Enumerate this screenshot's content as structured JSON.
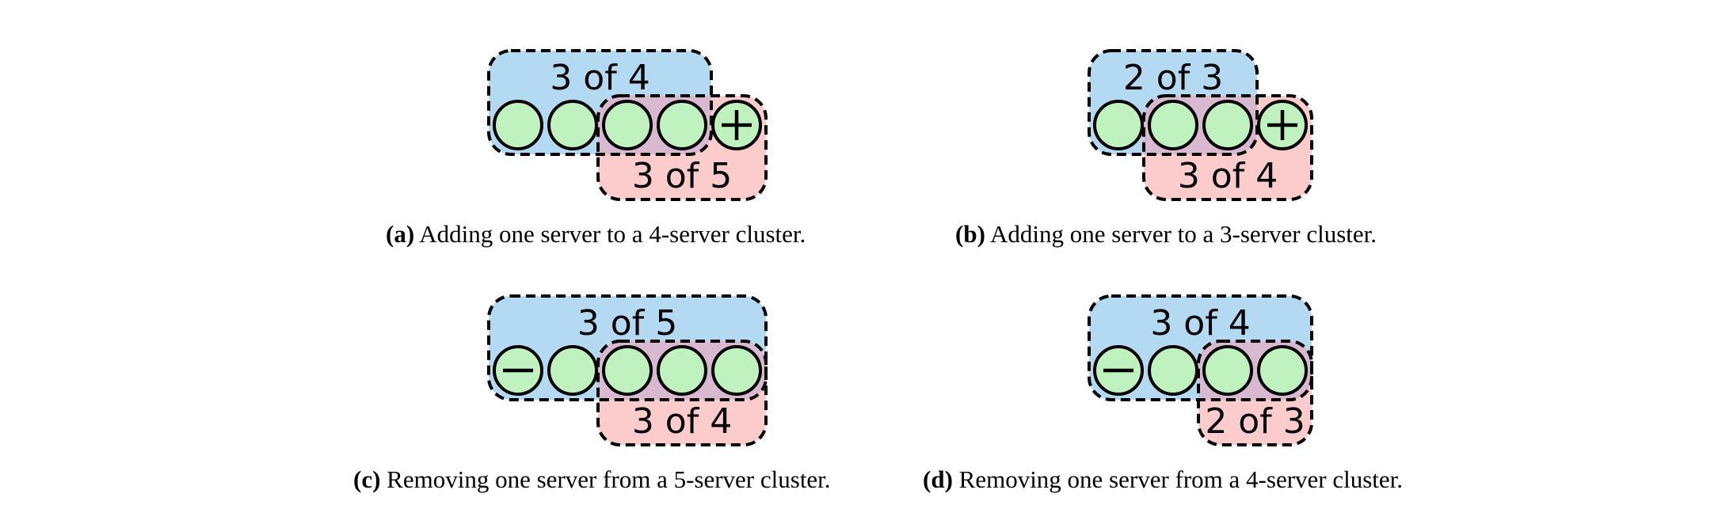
{
  "colors": {
    "group_old": "#b4d9f2",
    "group_new": "#fccbcb",
    "overlap": "#d8b9cf",
    "server_fill": "#c0f2c0",
    "stroke": "#000000",
    "background": "#ffffff"
  },
  "panels": [
    {
      "id": "a",
      "caption_label": "(a)",
      "caption_text": "Adding one server to a 4-server cluster.",
      "servers": [
        "plain",
        "plain",
        "plain",
        "plain",
        "plus-icon"
      ],
      "old_group": {
        "label": "3 of 4",
        "first_server": 0,
        "last_server": 3
      },
      "new_group": {
        "label": "3 of 5",
        "first_server": 2,
        "last_server": 4
      }
    },
    {
      "id": "b",
      "caption_label": "(b)",
      "caption_text": "Adding one server to a 3-server cluster.",
      "servers": [
        "plain",
        "plain",
        "plain",
        "plus-icon"
      ],
      "old_group": {
        "label": "2 of 3",
        "first_server": 0,
        "last_server": 2
      },
      "new_group": {
        "label": "3 of 4",
        "first_server": 1,
        "last_server": 3
      }
    },
    {
      "id": "c",
      "caption_label": "(c)",
      "caption_text": "Removing one server from a 5-server cluster.",
      "servers": [
        "minus-icon",
        "plain",
        "plain",
        "plain",
        "plain"
      ],
      "old_group": {
        "label": "3 of 5",
        "first_server": 0,
        "last_server": 4
      },
      "new_group": {
        "label": "3 of 4",
        "first_server": 2,
        "last_server": 4
      }
    },
    {
      "id": "d",
      "caption_label": "(d)",
      "caption_text": "Removing one server from a 4-server cluster.",
      "servers": [
        "minus-icon",
        "plain",
        "plain",
        "plain"
      ],
      "old_group": {
        "label": "3 of 4",
        "first_server": 0,
        "last_server": 3
      },
      "new_group": {
        "label": "2 of 3",
        "first_server": 2,
        "last_server": 3
      }
    }
  ]
}
